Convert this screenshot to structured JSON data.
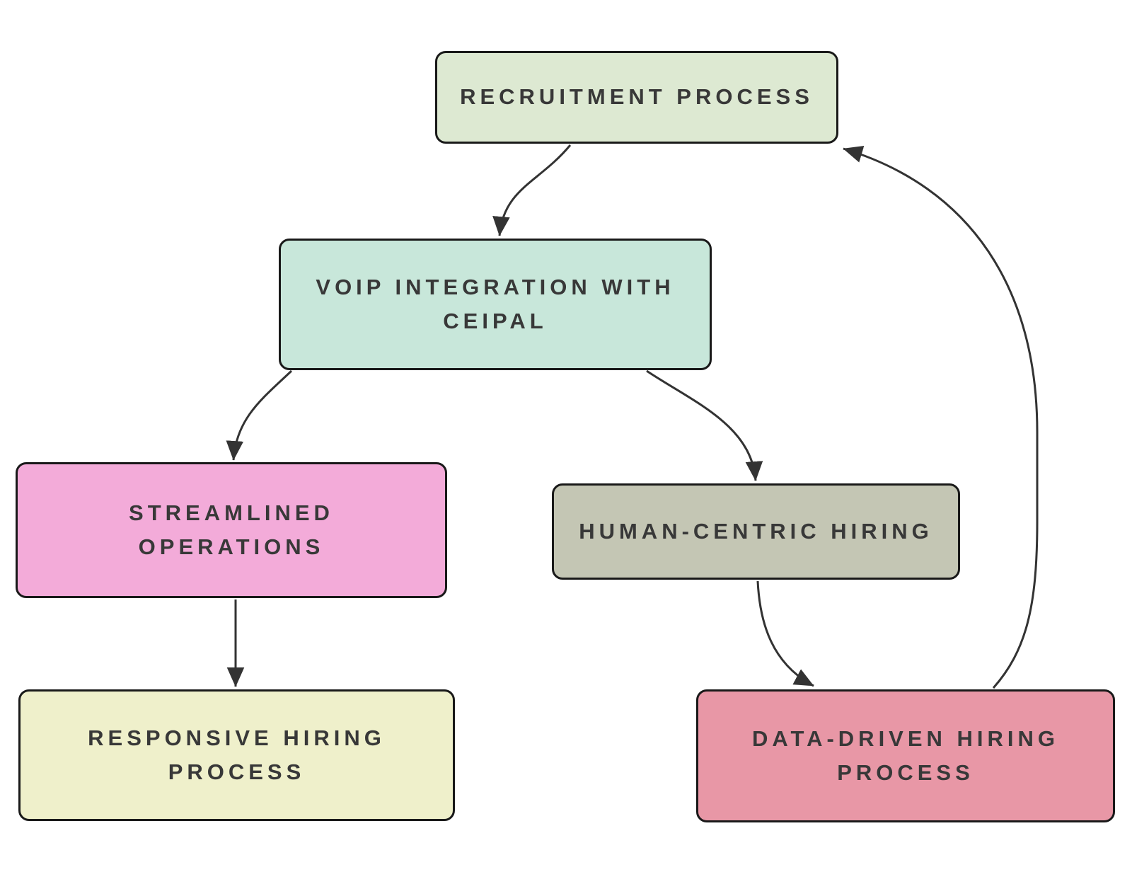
{
  "diagram": {
    "title": "",
    "background_color": "#ffffff",
    "edge_color": "#333333",
    "node_border_color": "#191919",
    "text_color": "#383838",
    "nodes": {
      "recruitment": {
        "label": "RECRUITMENT PROCESS",
        "lines": [
          "RECRUITMENT PROCESS"
        ],
        "fill": "#dde9d2"
      },
      "voip": {
        "label": "VOIP INTEGRATION WITH CEIPAL",
        "lines": [
          "VOIP INTEGRATION WITH",
          "CEIPAL"
        ],
        "fill": "#c8e7da"
      },
      "streamlined": {
        "label": "STREAMLINED OPERATIONS",
        "lines": [
          "STREAMLINED",
          "OPERATIONS"
        ],
        "fill": "#f3abd9"
      },
      "human_centric": {
        "label": "HUMAN-CENTRIC HIRING",
        "lines": [
          "HUMAN-CENTRIC HIRING"
        ],
        "fill": "#c4c6b4"
      },
      "responsive": {
        "label": "RESPONSIVE HIRING PROCESS",
        "lines": [
          "RESPONSIVE HIRING",
          "PROCESS"
        ],
        "fill": "#eff0cb"
      },
      "data_driven": {
        "label": "DATA-DRIVEN HIRING PROCESS",
        "lines": [
          "DATA-DRIVEN HIRING",
          "PROCESS"
        ],
        "fill": "#e897a6"
      }
    },
    "edges": [
      {
        "from": "RECRUITMENT PROCESS",
        "to": "VOIP INTEGRATION WITH CEIPAL"
      },
      {
        "from": "VOIP INTEGRATION WITH CEIPAL",
        "to": "STREAMLINED OPERATIONS"
      },
      {
        "from": "VOIP INTEGRATION WITH CEIPAL",
        "to": "HUMAN-CENTRIC HIRING"
      },
      {
        "from": "STREAMLINED OPERATIONS",
        "to": "RESPONSIVE HIRING PROCESS"
      },
      {
        "from": "HUMAN-CENTRIC HIRING",
        "to": "DATA-DRIVEN HIRING PROCESS"
      },
      {
        "from": "DATA-DRIVEN HIRING PROCESS",
        "to": "RECRUITMENT PROCESS"
      }
    ]
  }
}
